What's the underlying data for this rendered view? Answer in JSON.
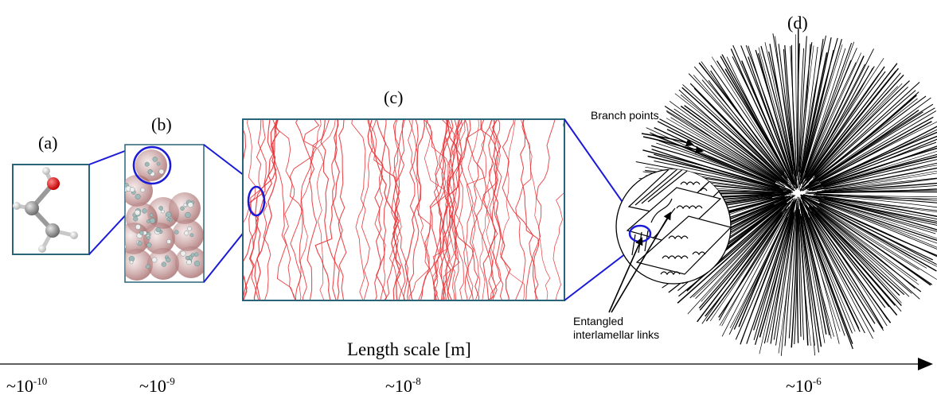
{
  "panels": {
    "a": "(a)",
    "b": "(b)",
    "c": "(c)",
    "d": "(d)"
  },
  "annotations": {
    "branch_points": "Branch points",
    "entangled_line1": "Entangled",
    "entangled_line2": "interlamellar links"
  },
  "axis": {
    "title": "Length scale [m]",
    "ticks": [
      {
        "base": "~10",
        "exp": "-10"
      },
      {
        "base": "~10",
        "exp": "-9"
      },
      {
        "base": "~10",
        "exp": "-8"
      },
      {
        "base": "~10",
        "exp": "-6"
      }
    ]
  },
  "colors": {
    "frame": "#2a6478",
    "zoom_line": "#1a1ad8",
    "polymer_chain": "#e8353a",
    "oxygen": "#e01b1b",
    "carbon": "#8f8f8f",
    "hydrogen": "#e6e6e6",
    "bead": "#b97c7c",
    "spherulite": "#000000"
  }
}
